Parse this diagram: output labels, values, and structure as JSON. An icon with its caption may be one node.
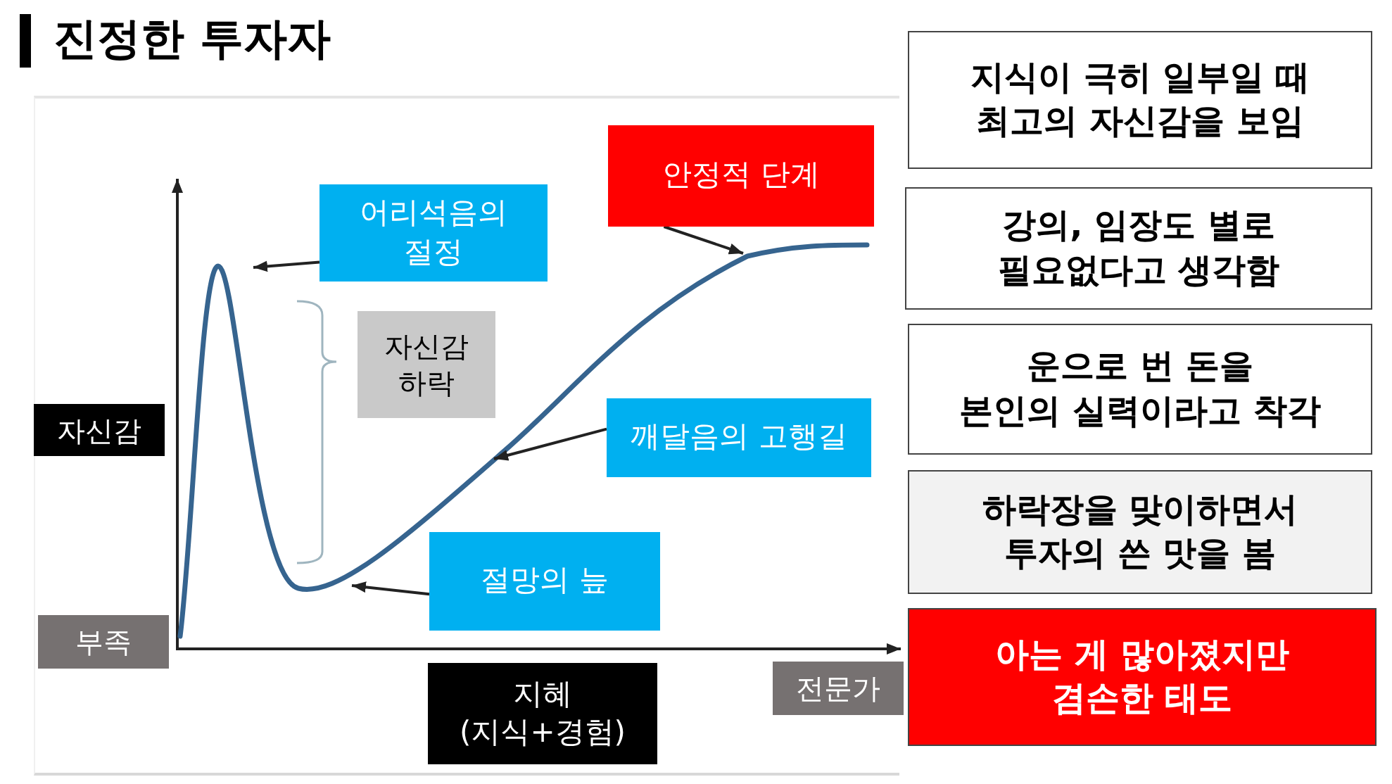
{
  "diagram": {
    "title": "진정한 투자자",
    "nodes": [
      {
        "text": [
          "어리석음의 절정"
        ]
      },
      {
        "text": [
          "안정적 단계"
        ]
      },
      {
        "text": [
          "자신감 하락"
        ]
      },
      {
        "text": [
          "깨달음의 고행길"
        ]
      },
      {
        "text": [
          "절망의 늪"
        ]
      },
      {
        "text": [
          "자신감"
        ]
      },
      {
        "text": [
          "부족"
        ]
      },
      {
        "text": [
          "지혜 (지식+경험)"
        ]
      },
      {
        "text": [
          "전문가"
        ]
      },
      {
        "text": [
          "지식이 극히 일부일 때 최고의 자신감을 보임"
        ]
      },
      {
        "text": [
          "강의, 임장도 별로 필요없다고 생각함"
        ]
      },
      {
        "text": [
          "운으로 번 돈을 본인의 실력이라고 착각"
        ]
      },
      {
        "text": [
          "하락장을 맞이하면서 투자의 쓴 맛을 봄"
        ]
      },
      {
        "text": [
          "아는 게 많아졌지만 겸손한 태도"
        ]
      }
    ],
    "edges": [
      {
        "from": 0,
        "to": null,
        "arrow": "to"
      },
      {
        "from": 1,
        "to": null,
        "arrow": "to"
      },
      {
        "from": 3,
        "to": null,
        "arrow": "to"
      },
      {
        "from": 4,
        "to": null,
        "arrow": "to"
      }
    ]
  }
}
